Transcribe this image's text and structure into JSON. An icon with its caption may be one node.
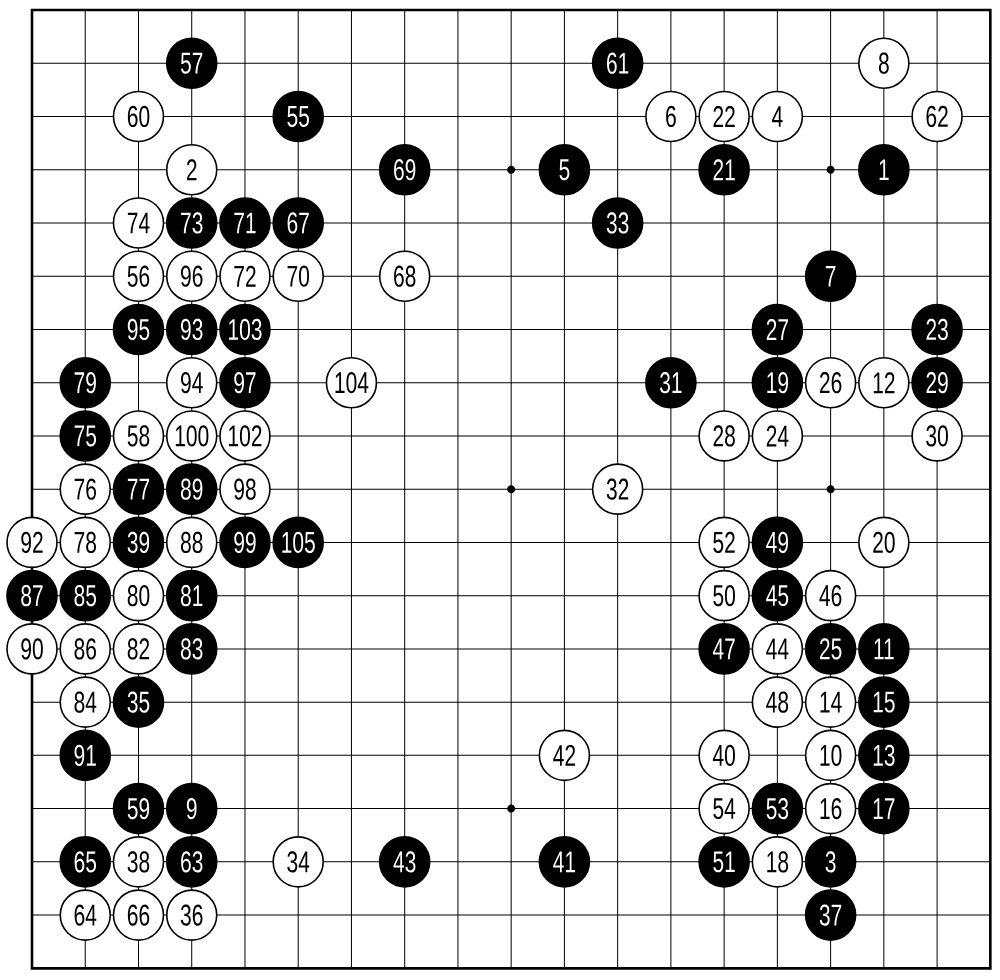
{
  "diagram": {
    "nodes": [
      {
        "text": [
          "57"
        ]
      },
      {
        "text": [
          "61"
        ]
      },
      {
        "text": [
          "8"
        ]
      },
      {
        "text": [
          "60"
        ]
      },
      {
        "text": [
          "55"
        ]
      },
      {
        "text": [
          "6"
        ]
      },
      {
        "text": [
          "22"
        ]
      },
      {
        "text": [
          "4"
        ]
      },
      {
        "text": [
          "62"
        ]
      },
      {
        "text": [
          "2"
        ]
      },
      {
        "text": [
          "69"
        ]
      },
      {
        "text": [
          "5"
        ]
      },
      {
        "text": [
          "21"
        ]
      },
      {
        "text": [
          "1"
        ]
      },
      {
        "text": [
          "74"
        ]
      },
      {
        "text": [
          "73"
        ]
      },
      {
        "text": [
          "71"
        ]
      },
      {
        "text": [
          "67"
        ]
      },
      {
        "text": [
          "33"
        ]
      },
      {
        "text": [
          "56"
        ]
      },
      {
        "text": [
          "96"
        ]
      },
      {
        "text": [
          "72"
        ]
      },
      {
        "text": [
          "70"
        ]
      },
      {
        "text": [
          "68"
        ]
      },
      {
        "text": [
          "7"
        ]
      },
      {
        "text": [
          "95"
        ]
      },
      {
        "text": [
          "93"
        ]
      },
      {
        "text": [
          "103"
        ]
      },
      {
        "text": [
          "27"
        ]
      },
      {
        "text": [
          "23"
        ]
      },
      {
        "text": [
          "79"
        ]
      },
      {
        "text": [
          "94"
        ]
      },
      {
        "text": [
          "97"
        ]
      },
      {
        "text": [
          "104"
        ]
      },
      {
        "text": [
          "31"
        ]
      },
      {
        "text": [
          "19"
        ]
      },
      {
        "text": [
          "26"
        ]
      },
      {
        "text": [
          "12"
        ]
      },
      {
        "text": [
          "29"
        ]
      },
      {
        "text": [
          "75"
        ]
      },
      {
        "text": [
          "58"
        ]
      },
      {
        "text": [
          "100"
        ]
      },
      {
        "text": [
          "102"
        ]
      },
      {
        "text": [
          "28"
        ]
      },
      {
        "text": [
          "24"
        ]
      },
      {
        "text": [
          "30"
        ]
      },
      {
        "text": [
          "76"
        ]
      },
      {
        "text": [
          "77"
        ]
      },
      {
        "text": [
          "89"
        ]
      },
      {
        "text": [
          "98"
        ]
      },
      {
        "text": [
          "32"
        ]
      },
      {
        "text": [
          "92"
        ]
      },
      {
        "text": [
          "78"
        ]
      },
      {
        "text": [
          "39"
        ]
      },
      {
        "text": [
          "88"
        ]
      },
      {
        "text": [
          "99"
        ]
      },
      {
        "text": [
          "105"
        ]
      },
      {
        "text": [
          "52"
        ]
      },
      {
        "text": [
          "49"
        ]
      },
      {
        "text": [
          "20"
        ]
      },
      {
        "text": [
          "87"
        ]
      },
      {
        "text": [
          "85"
        ]
      },
      {
        "text": [
          "80"
        ]
      },
      {
        "text": [
          "81"
        ]
      },
      {
        "text": [
          "50"
        ]
      },
      {
        "text": [
          "45"
        ]
      },
      {
        "text": [
          "46"
        ]
      },
      {
        "text": [
          "90"
        ]
      },
      {
        "text": [
          "86"
        ]
      },
      {
        "text": [
          "82"
        ]
      },
      {
        "text": [
          "83"
        ]
      },
      {
        "text": [
          "47"
        ]
      },
      {
        "text": [
          "44"
        ]
      },
      {
        "text": [
          "25"
        ]
      },
      {
        "text": [
          "11"
        ]
      },
      {
        "text": [
          "84"
        ]
      },
      {
        "text": [
          "35"
        ]
      },
      {
        "text": [
          "48"
        ]
      },
      {
        "text": [
          "14"
        ]
      },
      {
        "text": [
          "15"
        ]
      },
      {
        "text": [
          "91"
        ]
      },
      {
        "text": [
          "42"
        ]
      },
      {
        "text": [
          "40"
        ]
      },
      {
        "text": [
          "10"
        ]
      },
      {
        "text": [
          "13"
        ]
      },
      {
        "text": [
          "59"
        ]
      },
      {
        "text": [
          "9"
        ]
      },
      {
        "text": [
          "54"
        ]
      },
      {
        "text": [
          "53"
        ]
      },
      {
        "text": [
          "16"
        ]
      },
      {
        "text": [
          "17"
        ]
      },
      {
        "text": [
          "65"
        ]
      },
      {
        "text": [
          "38"
        ]
      },
      {
        "text": [
          "63"
        ]
      },
      {
        "text": [
          "34"
        ]
      },
      {
        "text": [
          "43"
        ]
      },
      {
        "text": [
          "41"
        ]
      },
      {
        "text": [
          "51"
        ]
      },
      {
        "text": [
          "18"
        ]
      },
      {
        "text": [
          "3"
        ]
      },
      {
        "text": [
          "64"
        ]
      },
      {
        "text": [
          "66"
        ]
      },
      {
        "text": [
          "36"
        ]
      },
      {
        "text": [
          "37"
        ]
      }
    ]
  }
}
